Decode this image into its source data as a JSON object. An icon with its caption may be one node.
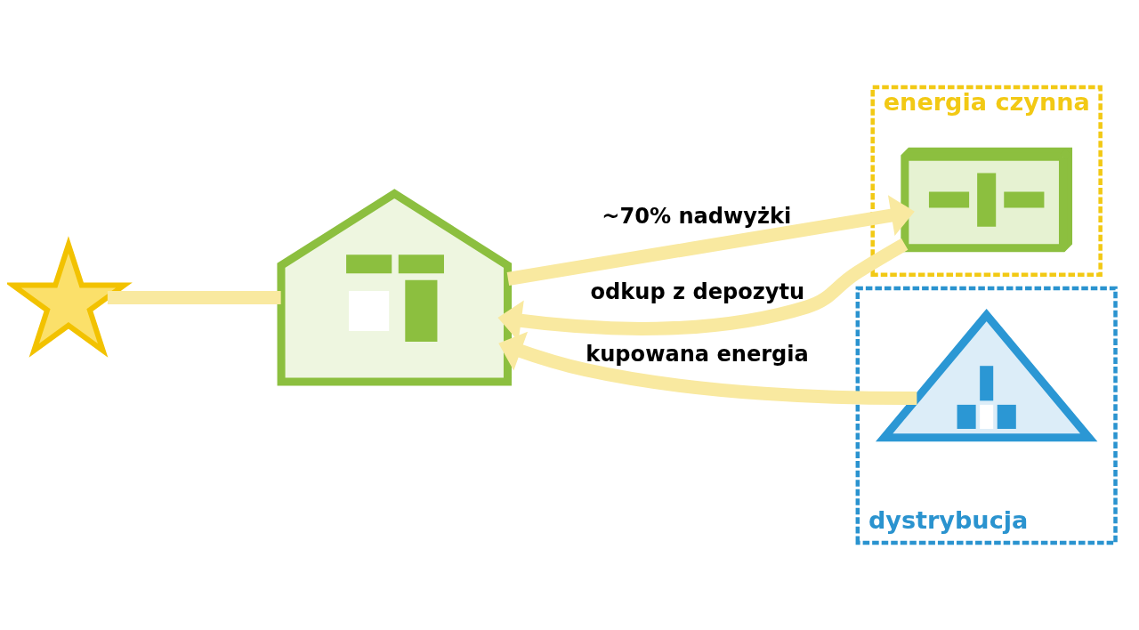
{
  "diagram": {
    "nodes": [
      {
        "text": [],
        "shape": "picture"
      },
      {
        "text": [],
        "shape": "picture"
      },
      {
        "text": [
          "energia czynna"
        ]
      },
      {
        "text": [],
        "shape": "picture",
        "in": 2
      },
      {
        "text": [
          "dystrybucja"
        ]
      },
      {
        "text": [],
        "shape": "picture",
        "in": 4
      }
    ],
    "edges": [
      {
        "from": 0,
        "to": 1,
        "arrow": "none"
      },
      {
        "from": 1,
        "to": 3,
        "arrow": "to",
        "label": "~70% nadwyżki"
      },
      {
        "from": 3,
        "to": 1,
        "arrow": "to",
        "label": "odkup z depozytu"
      },
      {
        "from": 5,
        "to": 1,
        "arrow": "to",
        "label": "kupowana energia"
      }
    ]
  }
}
